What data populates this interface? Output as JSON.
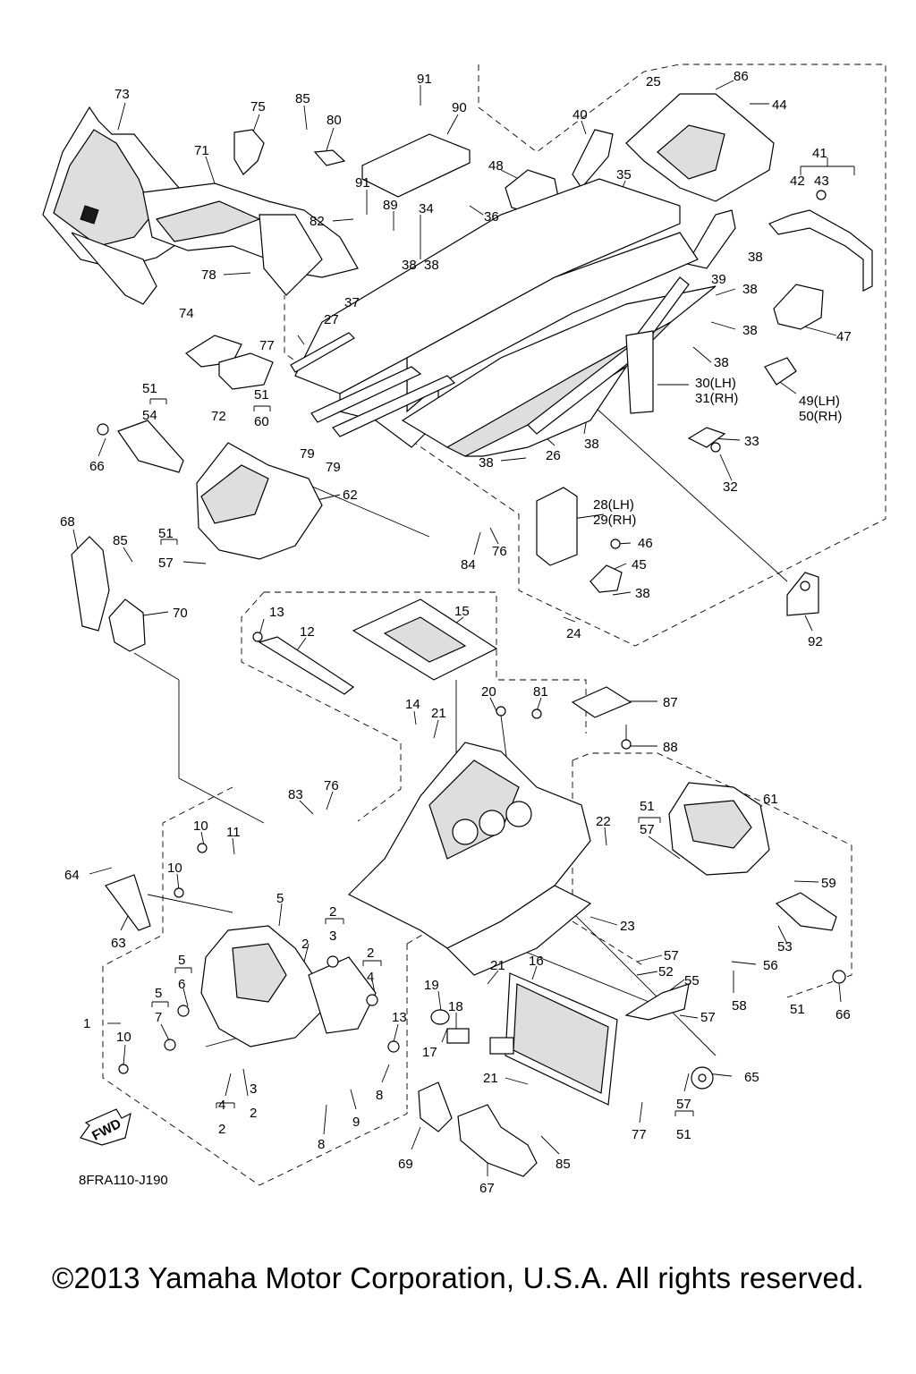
{
  "diagram_code": "8FRA110-J190",
  "fwd_label": "FWD",
  "copyright": "©2013 Yamaha Motor Corporation, U.S.A. All rights reserved.",
  "callouts": {
    "c91a": "91",
    "c90": "90",
    "c86": "86",
    "c25": "25",
    "c44": "44",
    "c73": "73",
    "c85a": "85",
    "c80": "80",
    "c75": "75",
    "c40": "40",
    "c71": "71",
    "c48": "48",
    "c35": "35",
    "c41": "41",
    "c42": "42",
    "c43": "43",
    "c91b": "91",
    "c89": "89",
    "c34": "34",
    "c36": "36",
    "c82": "82",
    "c38a": "38",
    "c38b": "38",
    "c38c": "38",
    "c39": "39",
    "c38d": "38",
    "c78": "78",
    "c37": "37",
    "c47": "47",
    "c38e": "38",
    "c74": "74",
    "c27": "27",
    "c77a": "77",
    "c38f": "38",
    "c30": "30(LH)",
    "c31": "31(RH)",
    "c51a": "51",
    "c54": "54",
    "c51b": "51",
    "c60": "60",
    "c49": "49(LH)",
    "c50": "50(RH)",
    "c72": "72",
    "c38g": "38",
    "c33": "33",
    "c79a": "79",
    "c79b": "79",
    "c26": "26",
    "c38h": "38",
    "c66a": "66",
    "c62": "62",
    "c32": "32",
    "c28": "28(LH)",
    "c29": "29(RH)",
    "c68": "68",
    "c85b": "85",
    "c51c": "51",
    "c57a": "57",
    "c46": "46",
    "c84": "84",
    "c76a": "76",
    "c45": "45",
    "c38i": "38",
    "c70": "70",
    "c24": "24",
    "c92": "92",
    "c13a": "13",
    "c12": "12",
    "c15": "15",
    "c20": "20",
    "c81": "81",
    "c87": "87",
    "c14": "14",
    "c21a": "21",
    "c88": "88",
    "c83": "83",
    "c76b": "76",
    "c61": "61",
    "c51d": "51",
    "c57b": "57",
    "c10a": "10",
    "c11": "11",
    "c22": "22",
    "c64": "64",
    "c10b": "10",
    "c59": "59",
    "c5a": "5",
    "c2a": "2",
    "c3a": "3",
    "c23": "23",
    "c63": "63",
    "c2b": "2",
    "c53": "53",
    "c2c": "2",
    "c4a": "4",
    "c5b": "5",
    "c6": "6",
    "c57c": "57",
    "c56": "56",
    "c52": "52",
    "c55": "55",
    "c21b": "21",
    "c16": "16",
    "c5c": "5",
    "c7": "7",
    "c19": "19",
    "c18": "18",
    "c13b": "13",
    "c58": "58",
    "c51e": "51",
    "c66b": "66",
    "c57d": "57",
    "c1": "1",
    "c10c": "10",
    "c17": "17",
    "c65": "65",
    "c21c": "21",
    "c8a": "8",
    "c4b": "4",
    "c3b": "3",
    "c2d": "2",
    "c2e": "2",
    "c9": "9",
    "c57e": "57",
    "c77b": "77",
    "c51f": "51",
    "c8b": "8",
    "c69": "69",
    "c85c": "85",
    "c67": "67"
  }
}
